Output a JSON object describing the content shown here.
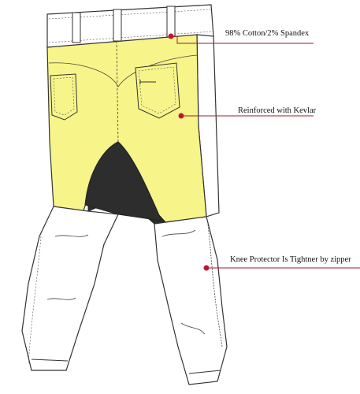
{
  "callouts": [
    {
      "id": "cotton",
      "text": "98% Cotton/2% Spandex"
    },
    {
      "id": "kevlar",
      "text": "Reinforced with Kevlar"
    },
    {
      "id": "knee",
      "text": "Knee Protector  Is Tightner by zipper"
    }
  ],
  "colors": {
    "kevlar_fill": "#f7f48a",
    "panel_fill": "#2d2d2d",
    "outline": "#333333",
    "leader_line": "#9b1b2a",
    "dot": "#c0182a"
  }
}
